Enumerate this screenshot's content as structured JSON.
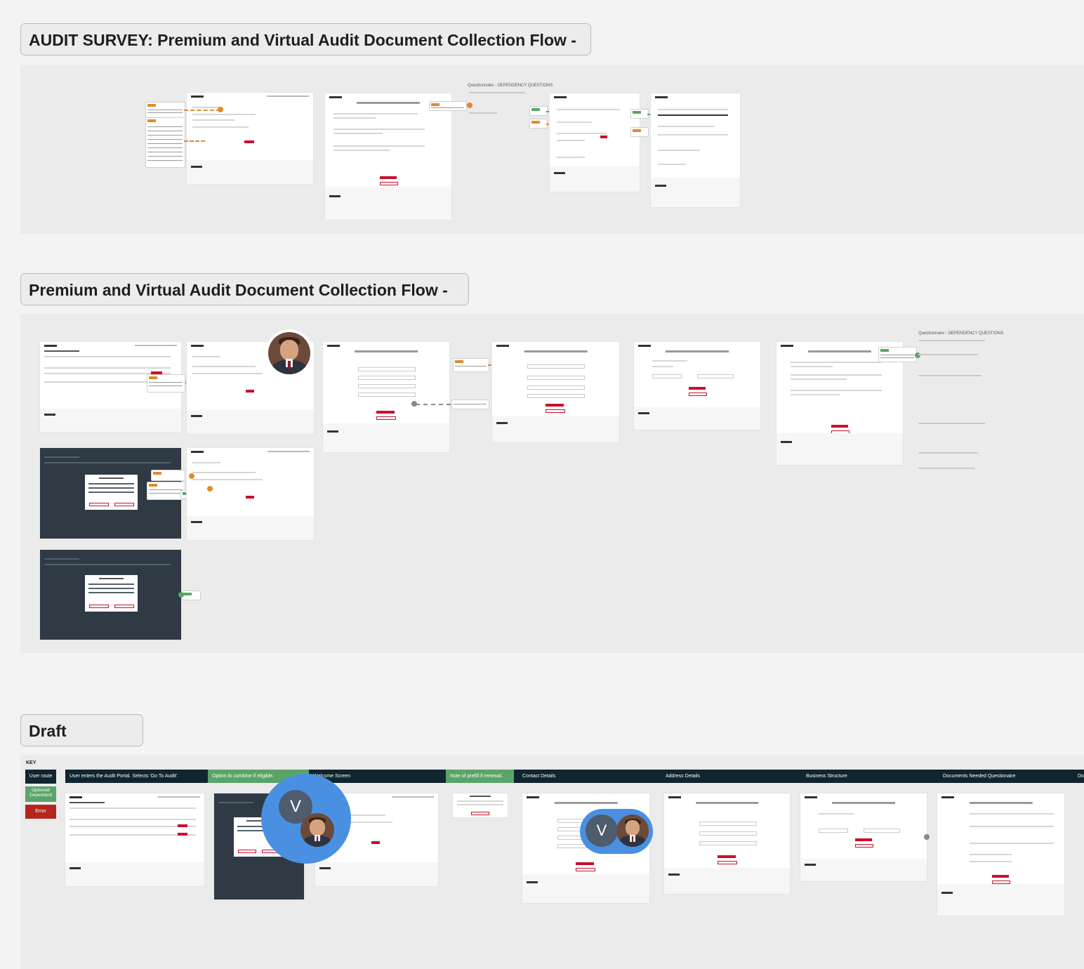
{
  "sections": {
    "survey_title": "AUDIT SURVEY: Premium and Virtual Audit Document Collection Flow - WC",
    "flow_title": "Premium and Virtual Audit Document Collection Flow - WC",
    "draft_title": "Draft Proposal"
  },
  "annotations": {
    "survey_questionnaire_label": "Questionnaire - DEPENDENCY QUESTIONS",
    "flow_questionnaire_label": "Questionnaire - DEPENDENCY QUESTIONS"
  },
  "key": {
    "title": "KEY",
    "items": [
      {
        "label": "User route",
        "color": "#0f2530"
      },
      {
        "label": "Optional/ Dependent",
        "color": "#5aa469"
      },
      {
        "label": "Error",
        "color": "#b3261e"
      }
    ]
  },
  "lanes": [
    "User enters the Audit Portal. Selects 'Go To Audit'.",
    "Option to combine if eligible.",
    "Welcome Screen",
    "Note of prefill if renewal.",
    "Contact Details",
    "Address Details",
    "Business Structure",
    "Documents Needed Questionaire",
    "Do"
  ],
  "collaborators": [
    {
      "initial": "V"
    },
    {
      "initial": "V"
    }
  ],
  "colors": {
    "accent_orange": "#e08a2b",
    "accent_green": "#5aa469",
    "brand_red": "#c8102e",
    "dark_navy": "#0f2530",
    "collab_blue": "#4a90e2"
  }
}
